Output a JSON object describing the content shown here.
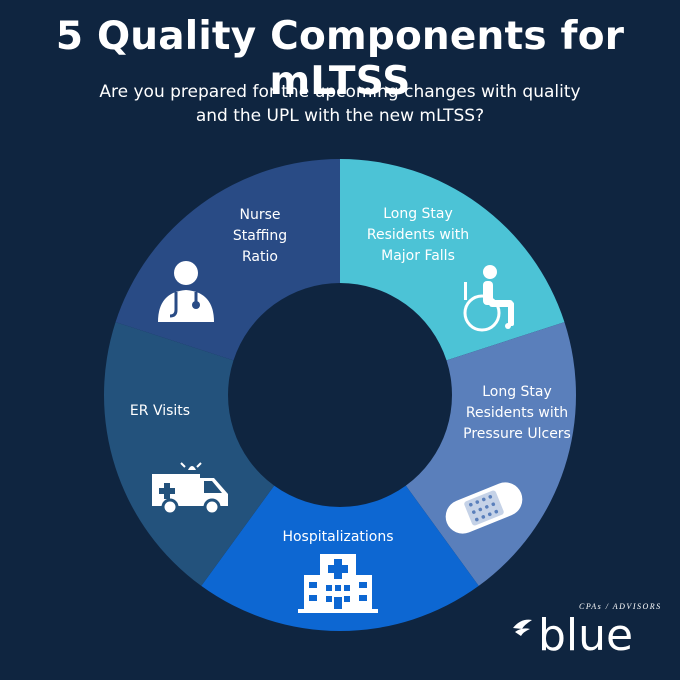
{
  "title": "5 Quality Components for mLTSS",
  "subtitle": "Are you prepared for the upcoming changes with quality and the UPL with the new mLTSS?",
  "segments": [
    {
      "label_lines": [
        "Long Stay",
        "Residents with",
        "Major Falls"
      ],
      "icon": "wheelchair-icon",
      "color": "#4cc3d6"
    },
    {
      "label_lines": [
        "Long Stay",
        "Residents with",
        "Pressure Ulcers"
      ],
      "icon": "bandage-icon",
      "color": "#5a7fbb"
    },
    {
      "label_lines": [
        "Hospitalizations"
      ],
      "icon": "hospital-icon",
      "color": "#0d67d2"
    },
    {
      "label_lines": [
        "ER Visits"
      ],
      "icon": "ambulance-icon",
      "color": "#23527c"
    },
    {
      "label_lines": [
        "Nurse",
        "Staffing",
        "Ratio"
      ],
      "icon": "nurse-icon",
      "color": "#294b85"
    }
  ],
  "brand": {
    "tagline": "CPAs / ADVISORS",
    "name": "blue"
  }
}
